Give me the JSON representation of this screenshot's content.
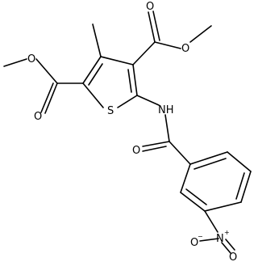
{
  "molecule": {
    "atoms": {
      "O_ester1_methoxy": "O",
      "O_ester1_carbonyl": "O",
      "O_ester2_methoxy": "O",
      "O_ester2_carbonyl": "O",
      "S_ring": "S",
      "N_amide": "NH",
      "O_amide": "O",
      "N_nitro": "N",
      "N_nitro_charge": "+",
      "O_nitro_a": "O",
      "O_nitro_a_charge": "−",
      "O_nitro_b": "O"
    }
  }
}
